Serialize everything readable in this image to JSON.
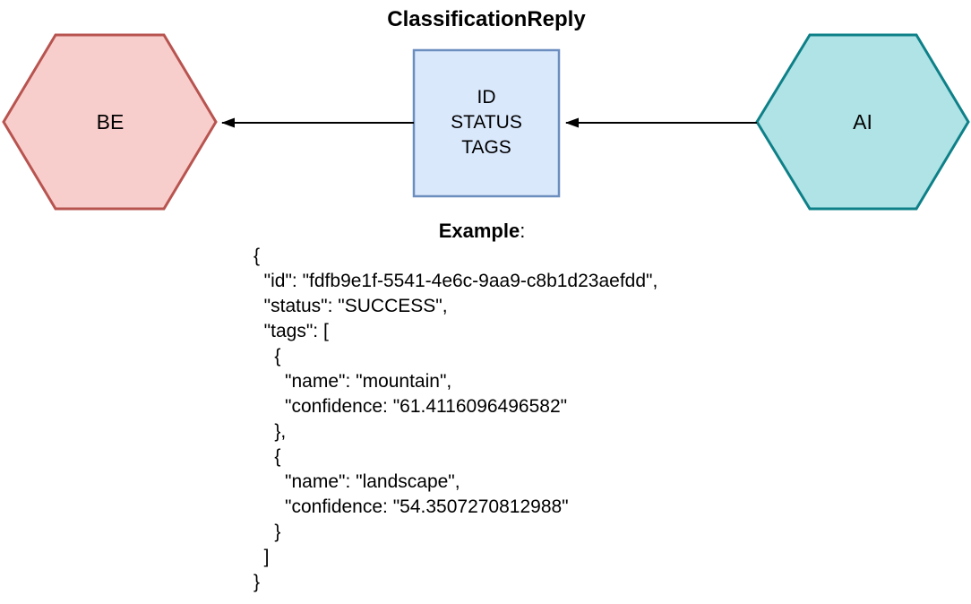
{
  "diagram": {
    "title": "ClassificationReply",
    "be_label": "BE",
    "ai_label": "AI",
    "box_fields": "ID\nSTATUS\nTAGS"
  },
  "example": {
    "heading": "Example",
    "colon": ":",
    "code": "{\n  \"id\": \"fdfb9e1f-5541-4e6c-9aa9-c8b1d23aefdd\",\n  \"status\": \"SUCCESS\",\n  \"tags\": [\n    {\n      \"name\": \"mountain\",\n      \"confidence: \"61.4116096496582\"\n    },\n    {\n      \"name\": \"landscape\",\n      \"confidence: \"54.3507270812988\"\n    }\n  ]\n}"
  },
  "colors": {
    "be": {
      "fill": "#f8cecc",
      "stroke": "#b85450"
    },
    "box": {
      "fill": "#dae8fc",
      "stroke": "#6c8ebf"
    },
    "ai": {
      "fill": "#b0e3e6",
      "stroke": "#0e8088"
    },
    "arrow": "#000000"
  }
}
